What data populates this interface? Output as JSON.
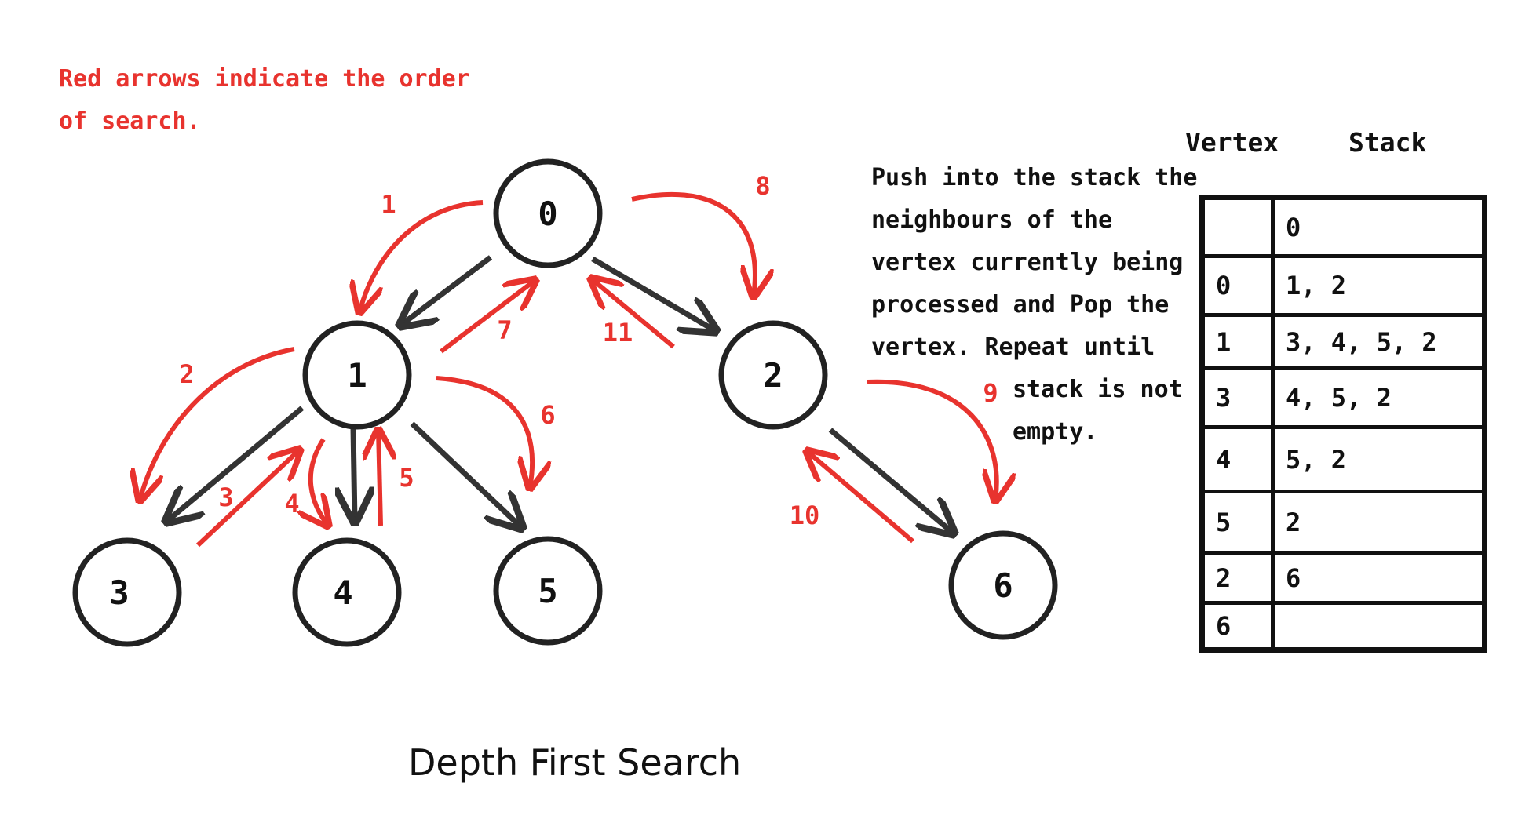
{
  "note_red": [
    "Red arrows indicate the order",
    "of search."
  ],
  "note_black": [
    "Push into the stack the",
    "neighbours of the",
    "vertex currently being",
    "processed and Pop the",
    "vertex. Repeat until",
    "stack is not",
    "empty."
  ],
  "caption": "Depth First Search",
  "table": {
    "headers": {
      "vertex": "Vertex",
      "stack": "Stack"
    },
    "rows": [
      {
        "vertex": "",
        "stack": "0"
      },
      {
        "vertex": "0",
        "stack": "1, 2"
      },
      {
        "vertex": "1",
        "stack": "3, 4, 5, 2"
      },
      {
        "vertex": "3",
        "stack": "4, 5, 2"
      },
      {
        "vertex": "4",
        "stack": "5, 2"
      },
      {
        "vertex": "5",
        "stack": "2"
      },
      {
        "vertex": "2",
        "stack": "6"
      },
      {
        "vertex": "6",
        "stack": ""
      }
    ]
  },
  "graph": {
    "nodes": [
      "0",
      "1",
      "2",
      "3",
      "4",
      "5",
      "6"
    ],
    "edges": [
      [
        "0",
        "1"
      ],
      [
        "0",
        "2"
      ],
      [
        "1",
        "3"
      ],
      [
        "1",
        "4"
      ],
      [
        "1",
        "5"
      ],
      [
        "2",
        "6"
      ]
    ],
    "order_labels": [
      "1",
      "2",
      "3",
      "4",
      "5",
      "6",
      "7",
      "8",
      "9",
      "10",
      "11"
    ]
  },
  "colors": {
    "red": "#e8332e",
    "black": "#111111",
    "edge": "#333333"
  }
}
